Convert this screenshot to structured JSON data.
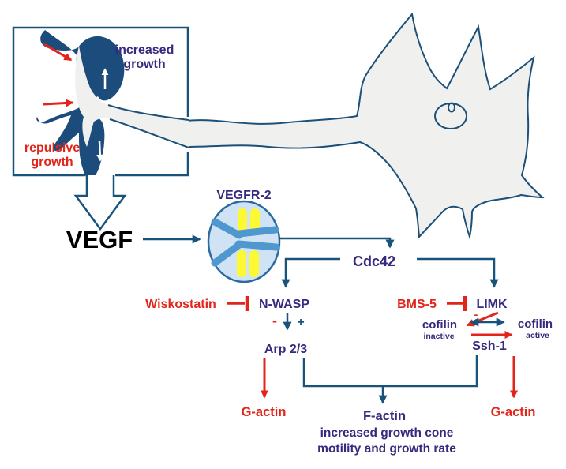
{
  "palette": {
    "line_teal": "#18537B",
    "cone_navy": "#1B4C7B",
    "label_purple": "#352A7D",
    "inhibitor_red": "#E2241B",
    "ligand_yellow": "#FCF832",
    "receptor_fill": "#CFE3F4",
    "receptor_border": "#2A6AA0",
    "cell_gray": "#F0F1EF",
    "text_black": "#000000"
  },
  "inset": {
    "increased_growth_line1": "increased",
    "increased_growth_line2": "growth",
    "repulsive_growth_line1": "repulsive",
    "repulsive_growth_line2": "growth"
  },
  "pathway": {
    "ligand": "VEGF",
    "receptor": "VEGFR-2",
    "gtpase": "Cdc42",
    "nwasp": "N-WASP",
    "nwasp_inhibitor": "Wiskostatin",
    "nwasp_minus": "-",
    "nwasp_plus": "+",
    "arp23": "Arp 2/3",
    "limk": "LIMK",
    "limk_inhibitor": "BMS-5",
    "limk_cofilin_minus": "-",
    "cofilin_inactive_name": "cofilin",
    "cofilin_inactive_state": "inactive",
    "cofilin_active_name": "cofilin",
    "cofilin_active_state": "active",
    "ssh1": "Ssh-1",
    "g_actin_left": "G-actin",
    "g_actin_right": "G-actin",
    "f_actin": "F-actin",
    "outcome_line1": "increased growth cone",
    "outcome_line2": "motility and growth rate"
  }
}
